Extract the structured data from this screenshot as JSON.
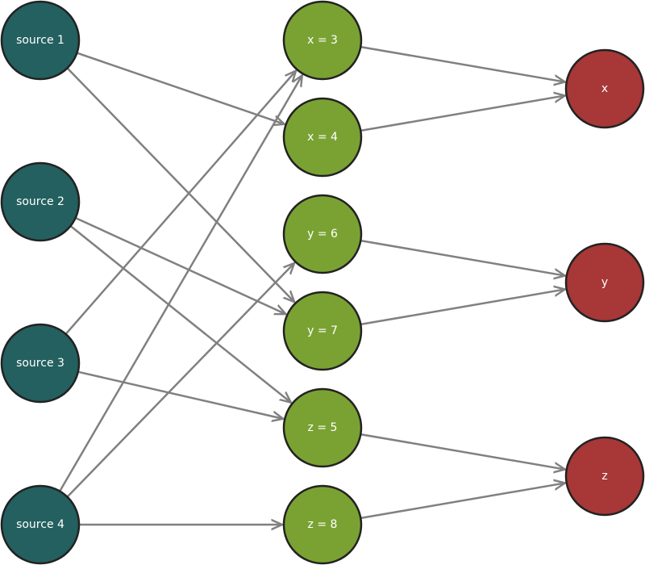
{
  "colors": {
    "source": "#23605f",
    "value": "#7aa233",
    "target": "#a83737",
    "edge": "#808080",
    "outline": "#222222",
    "label": "#ffffff"
  },
  "nodes": {
    "source1": {
      "label": "source 1",
      "kind": "source"
    },
    "source2": {
      "label": "source 2",
      "kind": "source"
    },
    "source3": {
      "label": "source 3",
      "kind": "source"
    },
    "source4": {
      "label": "source 4",
      "kind": "source"
    },
    "x3": {
      "label": "x = 3",
      "kind": "value"
    },
    "x4": {
      "label": "x = 4",
      "kind": "value"
    },
    "y6": {
      "label": "y = 6",
      "kind": "value"
    },
    "y7": {
      "label": "y = 7",
      "kind": "value"
    },
    "z5": {
      "label": "z = 5",
      "kind": "value"
    },
    "z8": {
      "label": "z = 8",
      "kind": "value"
    },
    "x": {
      "label": "x",
      "kind": "target"
    },
    "y": {
      "label": "y",
      "kind": "target"
    },
    "z": {
      "label": "z",
      "kind": "target"
    }
  },
  "edges": [
    {
      "from": "source1",
      "to": "x4"
    },
    {
      "from": "source1",
      "to": "y7"
    },
    {
      "from": "source2",
      "to": "y7"
    },
    {
      "from": "source2",
      "to": "z5"
    },
    {
      "from": "source3",
      "to": "x3"
    },
    {
      "from": "source3",
      "to": "z5"
    },
    {
      "from": "source4",
      "to": "x3"
    },
    {
      "from": "source4",
      "to": "y6"
    },
    {
      "from": "source4",
      "to": "z8"
    },
    {
      "from": "x3",
      "to": "x"
    },
    {
      "from": "x4",
      "to": "x"
    },
    {
      "from": "y6",
      "to": "y"
    },
    {
      "from": "y7",
      "to": "y"
    },
    {
      "from": "z5",
      "to": "z"
    },
    {
      "from": "z8",
      "to": "z"
    }
  ]
}
